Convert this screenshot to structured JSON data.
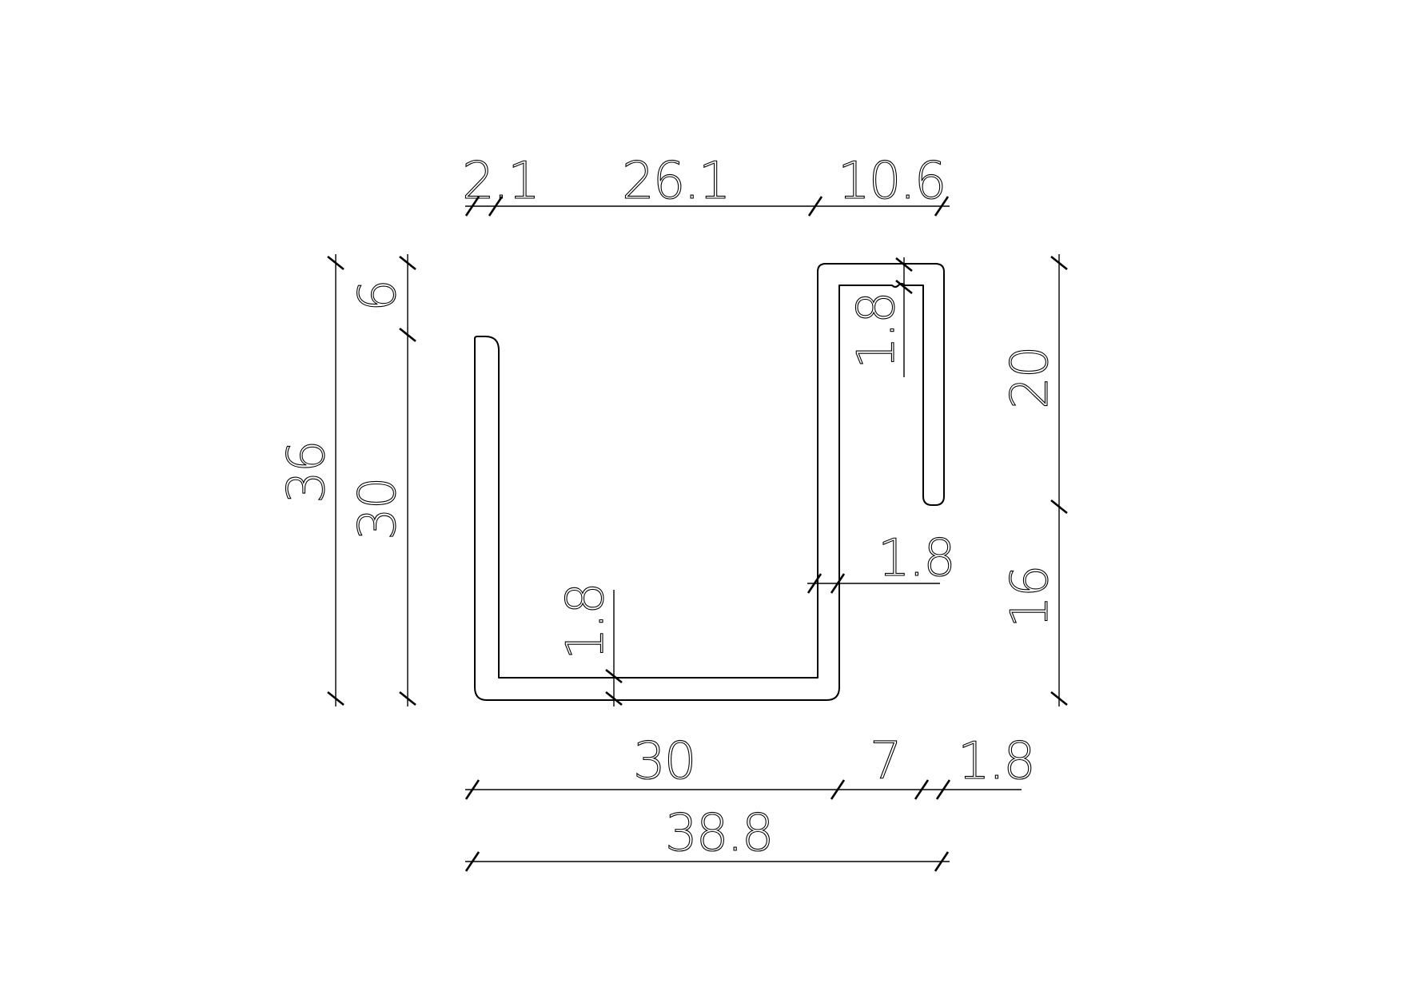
{
  "drawing": {
    "dimensions": {
      "top_left": "2.1",
      "top_middle": "26.1",
      "top_right": "10.6",
      "left_outer_total": "36",
      "left_inner_top": "6",
      "left_inner_main": "30",
      "right_upper": "20",
      "right_lower": "16",
      "lip_thickness": "1.8",
      "wall_thickness": "1.8",
      "base_thickness": "1.8",
      "bottom_base": "30",
      "bottom_step": "7",
      "bottom_lip": "1.8",
      "bottom_total": "38.8"
    }
  }
}
